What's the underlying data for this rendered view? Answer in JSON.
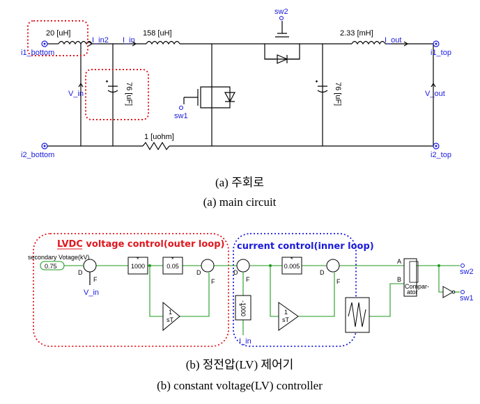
{
  "main_circuit": {
    "inductor_in": "20 [uH]",
    "inductor_mid": "158 [uH]",
    "inductor_out": "2.33 [mH]",
    "cap_in": "76 [uF]",
    "cap_out": "76 [uF]",
    "resistor": "1 [uohm]",
    "i_in2": "I_in2",
    "i_in": "I_in",
    "i_out": "I_out",
    "v_in": "V_in",
    "v_out": "V_out",
    "sw1": "sw1",
    "sw2": "sw2",
    "node_i1_bottom": "i1_bottom",
    "node_i2_bottom": "i2_bottom",
    "node_i1_top": "i1_top",
    "node_i2_top": "i2_top"
  },
  "captions": {
    "a_korean": "(a)  주회로",
    "a_english": "(a)  main  circuit",
    "b_korean": "(b)  정전압(LV)  제어기",
    "b_english": "(b)  constant  voltage(LV)  controller"
  },
  "controller": {
    "outer_title": "LVDC  voltage  control(outer  loop)",
    "inner_title": "current  control(inner  loop)",
    "secondary_label": "secondary Votage(kV)",
    "setpoint": "0.75",
    "gain_1000": "1000",
    "gain_005": "0.05",
    "gain_0005": "0.005",
    "gain_neg1000": "-1000",
    "integ_num": "1",
    "integ_den": "sT",
    "v_in": "V_in",
    "i_in": "I_in",
    "d": "D",
    "f": "F",
    "a": "A",
    "b": "B",
    "comparator": "Compar-\nator",
    "sw2": "sw2",
    "sw1": "sw1",
    "star": "*"
  },
  "colors": {
    "red_box": "#e0161e",
    "blue_box": "#1a1adc",
    "wire_green": "#1e9a1e",
    "text_blue": "#1a1adc"
  }
}
